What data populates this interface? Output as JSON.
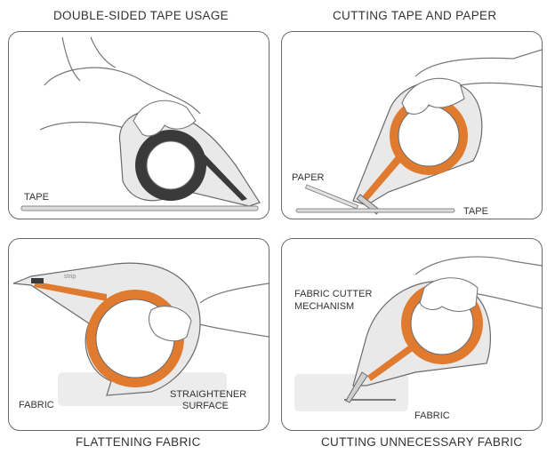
{
  "panels": {
    "top_left": {
      "title": "DOUBLE-SIDED TAPE USAGE",
      "labels": {
        "tape": "TAPE"
      }
    },
    "top_right": {
      "title": "CUTTING TAPE AND PAPER",
      "labels": {
        "paper": "PAPER",
        "tape": "TAPE"
      }
    },
    "bottom_left": {
      "title": "FLATTENING FABRIC",
      "labels": {
        "fabric": "FABRIC",
        "straightener_line1": "STRAIGHTENER",
        "straightener_line2": "SURFACE"
      }
    },
    "bottom_right": {
      "title": "CUTTING UNNECESSARY FABRIC",
      "labels": {
        "mechanism_line1": "FABRIC CUTTER",
        "mechanism_line2": "MECHANISM",
        "fabric": "FABRIC"
      }
    }
  },
  "product_text": "strip",
  "colors": {
    "body": "#e9e9e9",
    "orange": "#e07a2e",
    "dark_ring": "#3a3a3a",
    "outline": "#6a6a6a"
  }
}
